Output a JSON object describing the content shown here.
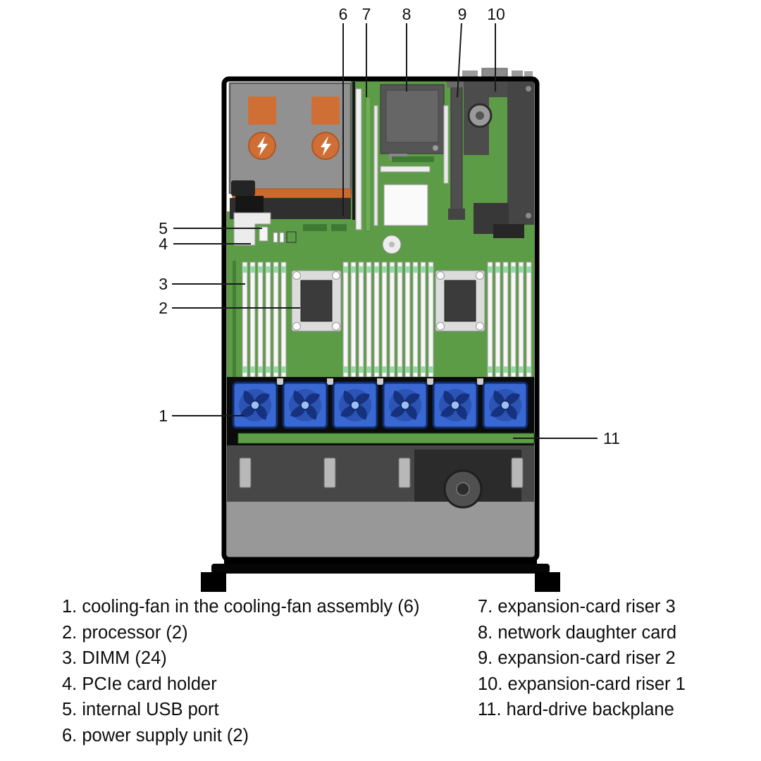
{
  "figure": {
    "callouts": {
      "c1": "1",
      "c2": "2",
      "c3": "3",
      "c4": "4",
      "c5": "5",
      "c6": "6",
      "c7": "7",
      "c8": "8",
      "c9": "9",
      "c10": "10",
      "c11": "11"
    },
    "legend_left": [
      "1. cooling-fan in the cooling-fan assembly (6)",
      "2. processor (2)",
      "3. DIMM (24)",
      "4. PCIe card holder",
      "5. internal USB port",
      "6. power supply unit (2)"
    ],
    "legend_right": [
      "7. expansion-card riser 3",
      "8. network daughter card",
      "9. expansion-card riser 2",
      "10. expansion-card riser 1",
      "11. hard-drive backplane"
    ],
    "colors": {
      "board_green": "#5d9c47",
      "fan_blue": "#3a68d2",
      "psu_orange": "#d06f35",
      "chassis_black": "#0d0d0d",
      "backplane_green": "#5f9e49"
    }
  }
}
